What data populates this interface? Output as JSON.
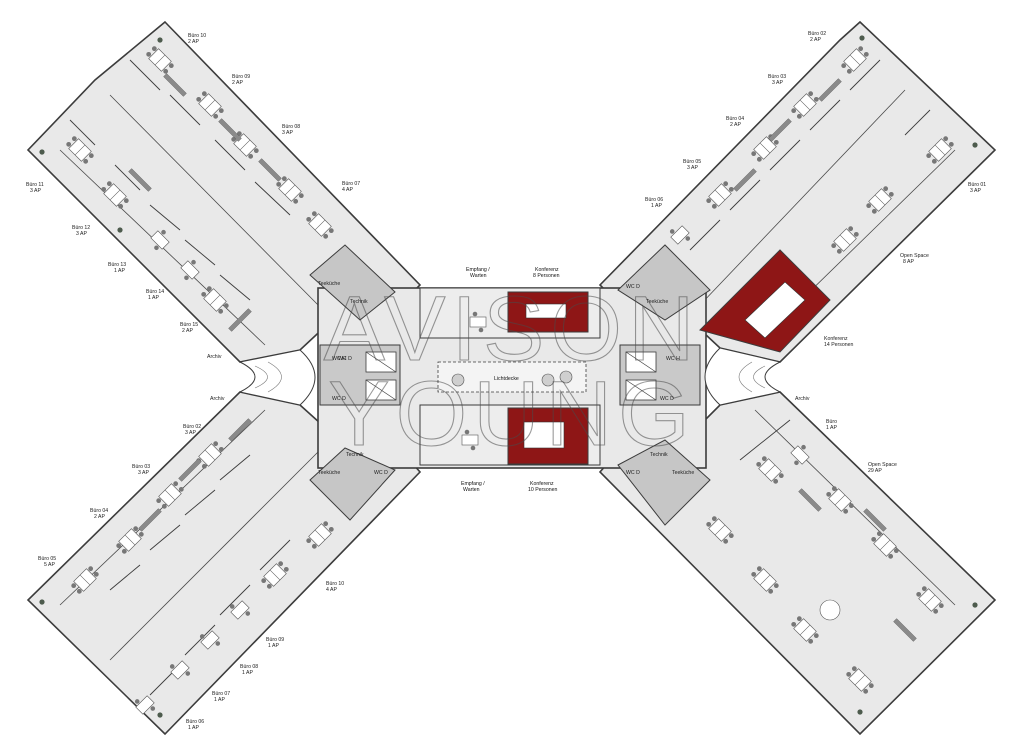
{
  "watermark": {
    "line1": "AVISON",
    "line2": "YOUNG"
  },
  "colors": {
    "floor": "#e9e9e9",
    "wall": "#3c3c3c",
    "room_line": "#4a4a4a",
    "conference": "#8e1616",
    "core": "#c6c6c6",
    "furniture": "#ffffff",
    "furniture_dark": "#6a6a6a"
  },
  "rooms": {
    "nw_buero_10": {
      "name": "Büro 10",
      "ap": "2 AP"
    },
    "nw_buero_09": {
      "name": "Büro 09",
      "ap": "2 AP"
    },
    "nw_buero_08": {
      "name": "Büro 08",
      "ap": "3 AP"
    },
    "nw_buero_07": {
      "name": "Büro 07",
      "ap": "4 AP"
    },
    "nw_buero_11": {
      "name": "Büro 11",
      "ap": "3 AP"
    },
    "nw_buero_12": {
      "name": "Büro 12",
      "ap": "3 AP"
    },
    "nw_buero_13": {
      "name": "Büro 13",
      "ap": "1 AP"
    },
    "nw_buero_14": {
      "name": "Büro 14",
      "ap": "1 AP"
    },
    "nw_buero_15": {
      "name": "Büro 15",
      "ap": "2 AP"
    },
    "nw_teekueche": {
      "name": "Teeküche"
    },
    "nw_technik": {
      "name": "Technik"
    },
    "archiv_w1": {
      "name": "Archiv"
    },
    "archiv_w2": {
      "name": "Archiv"
    },
    "archiv_e": {
      "name": "Archiv"
    },
    "empfang_n": {
      "name": "Empfang /",
      "sub": "Warten"
    },
    "konferenz_n": {
      "name": "Konferenz",
      "sub": "8 Personen"
    },
    "lichtdecke": {
      "name": "Lichtdecke"
    },
    "empfang_s": {
      "name": "Empfang /",
      "sub": "Warten"
    },
    "konferenz_s": {
      "name": "Konferenz",
      "sub": "10 Personen"
    },
    "ne_buero_02": {
      "name": "Büro 02",
      "ap": "2 AP"
    },
    "ne_buero_03": {
      "name": "Büro 03",
      "ap": "3 AP"
    },
    "ne_buero_04": {
      "name": "Büro 04",
      "ap": "2 AP"
    },
    "ne_buero_05": {
      "name": "Büro 05",
      "ap": "3 AP"
    },
    "ne_buero_06": {
      "name": "Büro 06",
      "ap": "1 AP"
    },
    "ne_buero_01": {
      "name": "Büro 01",
      "ap": "3 AP"
    },
    "ne_open_space": {
      "name": "Open Space",
      "ap": "8 AP"
    },
    "ne_konferenz": {
      "name": "Konferenz",
      "sub": "14 Personen"
    },
    "ne_wc_d": {
      "name": "WC D"
    },
    "ne_teekueche": {
      "name": "Teeküche"
    },
    "wc_h_w": {
      "name": "WC H"
    },
    "wc_d_w": {
      "name": "WC D"
    },
    "wc_h_e": {
      "name": "WC H"
    },
    "wc_d_e": {
      "name": "WC D"
    },
    "nw_wc_d": {
      "name": "WC D"
    },
    "sw_buero_02": {
      "name": "Büro 02",
      "ap": "3 AP"
    },
    "sw_buero_03": {
      "name": "Büro 03",
      "ap": "3 AP"
    },
    "sw_buero_04": {
      "name": "Büro 04",
      "ap": "2 AP"
    },
    "sw_buero_05": {
      "name": "Büro 05",
      "ap": "5 AP"
    },
    "sw_buero_10": {
      "name": "Büro 10",
      "ap": "4 AP"
    },
    "sw_buero_09": {
      "name": "Büro 09",
      "ap": "1 AP"
    },
    "sw_buero_08": {
      "name": "Büro 08",
      "ap": "1 AP"
    },
    "sw_buero_07": {
      "name": "Büro 07",
      "ap": "1 AP"
    },
    "sw_buero_06": {
      "name": "Büro 06",
      "ap": "1 AP"
    },
    "sw_technik": {
      "name": "Technik"
    },
    "sw_teekueche": {
      "name": "Teeküche"
    },
    "sw_wc_d": {
      "name": "WC D"
    },
    "se_buero": {
      "name": "Büro",
      "ap": "1 AP"
    },
    "se_open_space": {
      "name": "Open Space",
      "ap": "29 AP"
    },
    "se_technik": {
      "name": "Technik"
    },
    "se_teekueche": {
      "name": "Teeküche"
    },
    "se_wc_d": {
      "name": "WC D"
    }
  }
}
